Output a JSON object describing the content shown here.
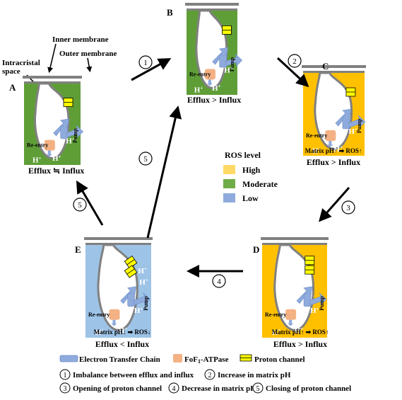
{
  "colors": {
    "green": "#5f9e37",
    "yellow": "#ffc000",
    "blue": "#9dc3e6",
    "ros_high": "#ffd966",
    "ros_moderate": "#70ad47",
    "ros_low": "#8faadc",
    "etc": "#8faadc",
    "atpase": "#f4b183",
    "channel": "#ffff00",
    "membrane": "#808080",
    "proton": "#ffffff"
  },
  "labels": {
    "inner_membrane": "Inner membrane",
    "outer_membrane": "Outer membrane",
    "intracristal_1": "Intracristal",
    "intracristal_2": "space",
    "proton": "H",
    "plus": "+",
    "reentry": "Re-entry",
    "pump": "Pump"
  },
  "panels": {
    "A": {
      "letter": "A",
      "caption": "Efflux ≒ Influx"
    },
    "B": {
      "letter": "B",
      "caption": "Efflux > Influx"
    },
    "C": {
      "letter": "C",
      "caption": "Efflux > Influx",
      "matrix": "Matrix pH↑ ➡ ROS↑"
    },
    "D": {
      "letter": "D",
      "caption": "Efflux > Influx",
      "matrix": "Matrix pH↑ ➡ ROS↑"
    },
    "E": {
      "letter": "E",
      "caption": "Efflux < Influx",
      "matrix": "Matrix pH↓ ➡ ROS↓"
    }
  },
  "steps": [
    "1",
    "2",
    "3",
    "4",
    "5",
    "5"
  ],
  "ros_legend": {
    "title": "ROS level",
    "items": [
      {
        "label": "High",
        "color": "#ffd966"
      },
      {
        "label": "Moderate",
        "color": "#70ad47"
      },
      {
        "label": "Low",
        "color": "#8faadc"
      }
    ]
  },
  "legend": {
    "etc": "Electron Transfer Chain",
    "atpase_fo": "FoF",
    "atpase_sub": "1",
    "atpase_rest": "-ATPase",
    "channel": "Proton channel"
  },
  "key": [
    {
      "num": "1",
      "text": "Imbalance between efflux and influx"
    },
    {
      "num": "2",
      "text": "Increase in matrix pH"
    },
    {
      "num": "3",
      "text": "Opening of proton channel"
    },
    {
      "num": "4",
      "text": "Decrease in matrix pH"
    },
    {
      "num": "5",
      "text": "Closing of proton channel"
    }
  ]
}
